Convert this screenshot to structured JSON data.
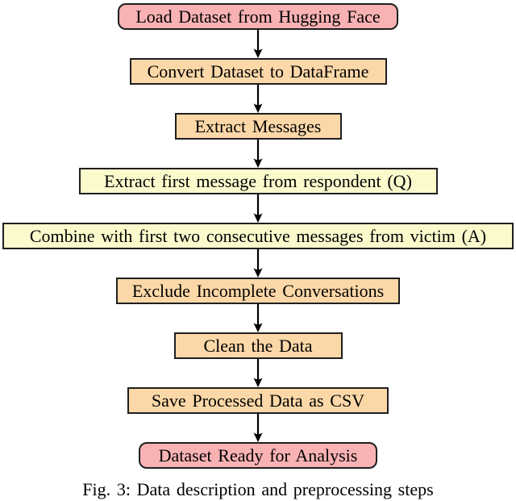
{
  "figure": {
    "type": "flowchart",
    "direction": "top-to-bottom",
    "caption": "Fig. 3: Data description and preprocessing steps"
  },
  "colors": {
    "terminal-fill": "#f9b2b4",
    "process-fill": "#fcd8a8",
    "io-fill": "#fbfacd",
    "node-border": "#1f1f1f",
    "arrow": "#000000",
    "text": "#000000",
    "background": "#ffffff"
  },
  "nodes": [
    {
      "id": "load-dataset",
      "label": "Load Dataset from Hugging Face",
      "shape": "rounded-rect",
      "fill": "pink"
    },
    {
      "id": "convert-dataframe",
      "label": "Convert Dataset to DataFrame",
      "shape": "rect",
      "fill": "orange"
    },
    {
      "id": "extract-messages",
      "label": "Extract Messages",
      "shape": "rect",
      "fill": "orange"
    },
    {
      "id": "extract-first-message",
      "label": "Extract first message from respondent (Q)",
      "shape": "rect",
      "fill": "yellow"
    },
    {
      "id": "combine-messages",
      "label": "Combine with first two consecutive messages from victim (A)",
      "shape": "rect",
      "fill": "yellow"
    },
    {
      "id": "exclude-incomplete",
      "label": "Exclude Incomplete Conversations",
      "shape": "rect",
      "fill": "orange"
    },
    {
      "id": "clean-data",
      "label": "Clean the Data",
      "shape": "rect",
      "fill": "orange"
    },
    {
      "id": "save-csv",
      "label": "Save Processed Data as CSV",
      "shape": "rect",
      "fill": "orange"
    },
    {
      "id": "dataset-ready",
      "label": "Dataset Ready for Analysis",
      "shape": "rounded-rect",
      "fill": "pink"
    }
  ],
  "edges": [
    {
      "from": "load-dataset",
      "to": "convert-dataframe"
    },
    {
      "from": "convert-dataframe",
      "to": "extract-messages"
    },
    {
      "from": "extract-messages",
      "to": "extract-first-message"
    },
    {
      "from": "extract-first-message",
      "to": "combine-messages"
    },
    {
      "from": "combine-messages",
      "to": "exclude-incomplete"
    },
    {
      "from": "exclude-incomplete",
      "to": "clean-data"
    },
    {
      "from": "clean-data",
      "to": "save-csv"
    },
    {
      "from": "save-csv",
      "to": "dataset-ready"
    }
  ]
}
